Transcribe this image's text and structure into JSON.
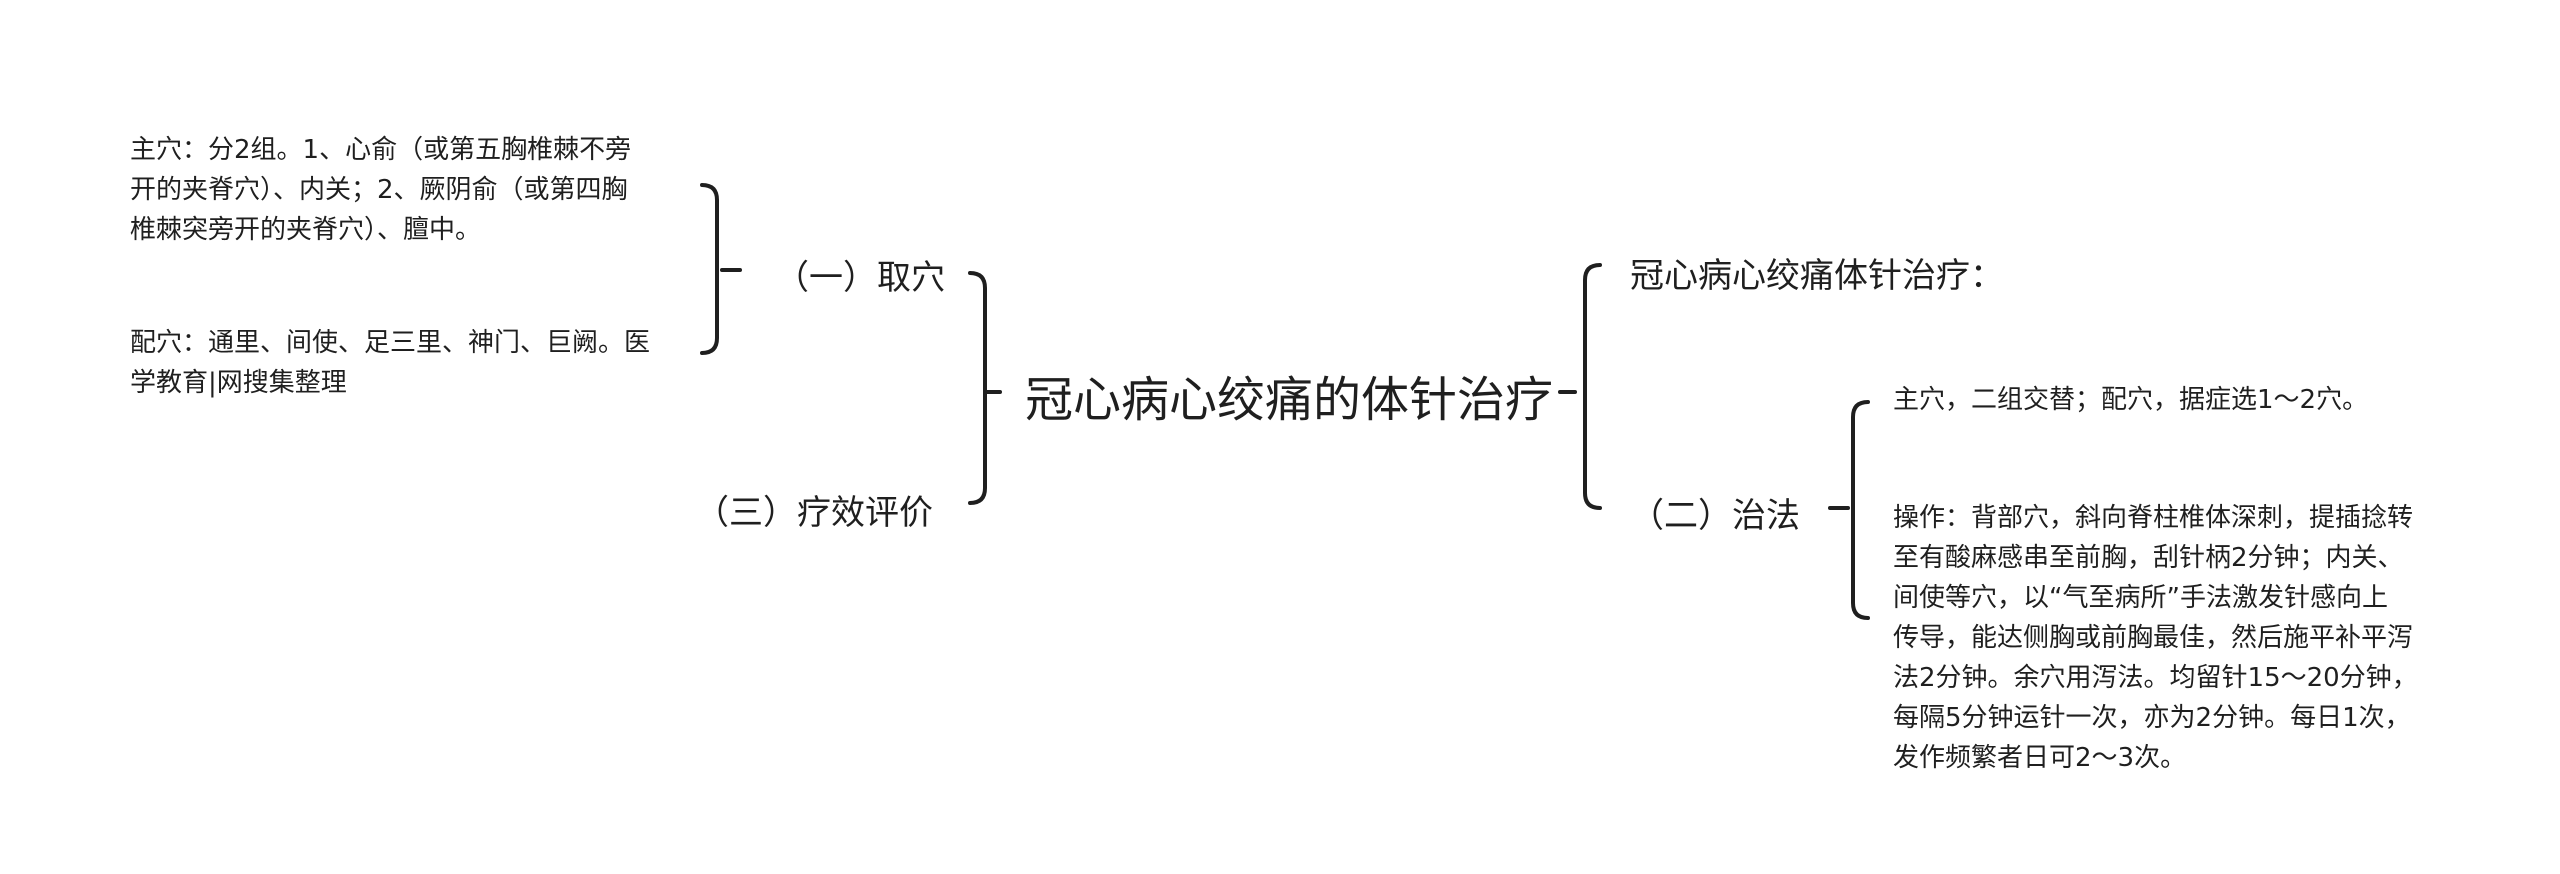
{
  "root": {
    "title": "冠心病心绞痛的体针治疗"
  },
  "left": {
    "b1": {
      "label": "（一）取穴",
      "children": [
        {
          "lines": [
            "主穴：分2组。1、心俞（或第五胸椎棘不旁",
            "开的夹脊穴）、内关；2、厥阴俞（或第四胸",
            "椎棘突旁开的夹脊穴）、膻中。"
          ]
        },
        {
          "lines": [
            "配穴：通里、间使、足三里、神门、巨阙。医",
            "学教育|网搜集整理"
          ]
        }
      ]
    },
    "b3": {
      "label": "（三）疗效评价"
    }
  },
  "right": {
    "r0": {
      "label": "冠心病心绞痛体针治疗："
    },
    "b2": {
      "label": "（二）治法",
      "children": [
        {
          "lines": [
            "主穴，二组交替；配穴，据症选1～2穴。"
          ]
        },
        {
          "lines": [
            "操作：背部穴，斜向脊柱椎体深刺，提插捻转",
            "至有酸麻感串至前胸，刮针柄2分钟；内关、",
            "间使等穴，以“气至病所”手法激发针感向上",
            "传导，能达侧胸或前胸最佳，然后施平补平泻",
            "法2分钟。余穴用泻法。均留针15～20分钟，",
            "每隔5分钟运针一次，亦为2分钟。每日1次，",
            "发作频繁者日可2～3次。"
          ]
        }
      ]
    }
  }
}
